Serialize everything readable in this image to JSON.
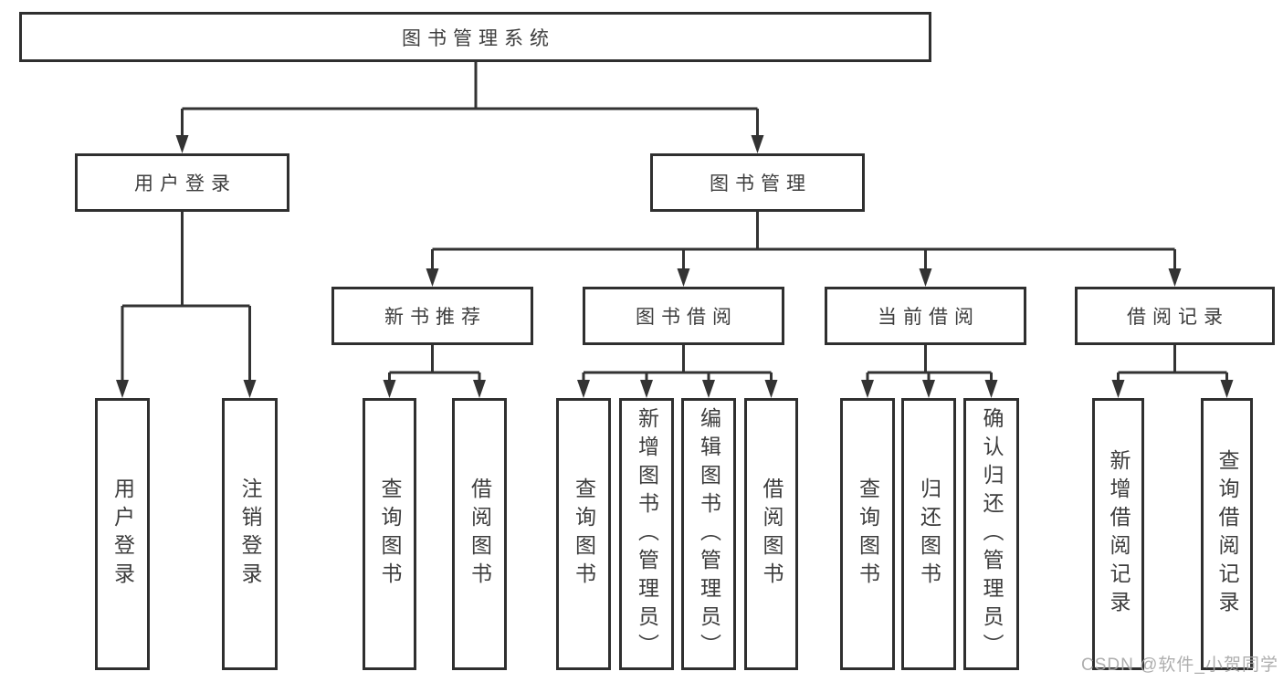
{
  "tree": {
    "label": "图书管理系统",
    "children": [
      {
        "label": "用户登录",
        "children": [
          {
            "label": "用户登录"
          },
          {
            "label": "注销登录"
          }
        ]
      },
      {
        "label": "图书管理",
        "children": [
          {
            "label": "新书推荐",
            "children": [
              {
                "label": "查询图书"
              },
              {
                "label": "借阅图书"
              }
            ]
          },
          {
            "label": "图书借阅",
            "children": [
              {
                "label": "查询图书"
              },
              {
                "label": "新增图书（管理员）"
              },
              {
                "label": "编辑图书（管理员）"
              },
              {
                "label": "借阅图书"
              }
            ]
          },
          {
            "label": "当前借阅",
            "children": [
              {
                "label": "查询图书"
              },
              {
                "label": "归还图书"
              },
              {
                "label": "确认归还（管理员）"
              }
            ]
          },
          {
            "label": "借阅记录",
            "children": [
              {
                "label": "新增借阅记录"
              },
              {
                "label": "查询借阅记录"
              }
            ]
          }
        ]
      }
    ]
  },
  "watermark": "CSDN @软件_小贺同学",
  "colors": {
    "line": "#333333",
    "text": "#3d3d3d",
    "background": "#ffffff",
    "watermark": "#a6a6a6"
  }
}
